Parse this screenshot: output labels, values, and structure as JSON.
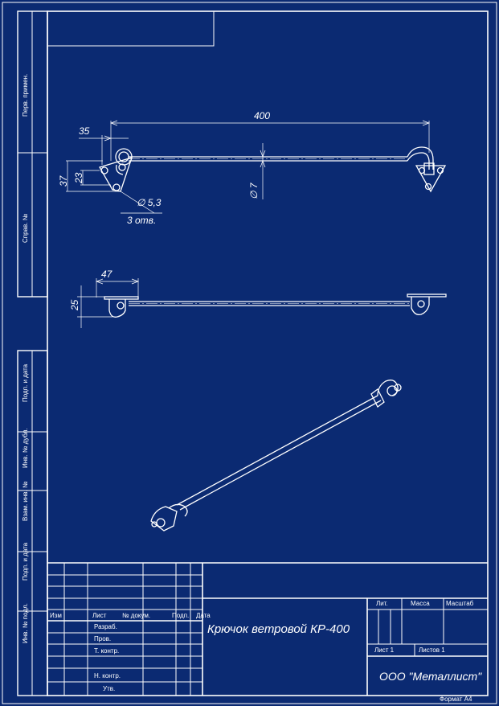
{
  "side_stamp": {
    "perv_primen": "Перв. примен.",
    "sprav_no": "Справ. №",
    "podp_data_1": "Подп. и дата",
    "inv_dubl": "Инв. № дубл.",
    "vzam_inv": "Взам. инв. №",
    "podp_data_2": "Подп. и дата",
    "inv_podl": "Инв. № подл."
  },
  "dimensions": {
    "length": "400",
    "offset": "35",
    "height_37": "37",
    "height_23": "23",
    "rod_diameter": "∅ 7",
    "hole_diameter": "∅ 5,3",
    "holes_count": "3 отв.",
    "side_47": "47",
    "side_25": "25"
  },
  "title_block": {
    "col_izm": "Изм",
    "col_list": "Лист",
    "col_dokum": "№ докум.",
    "col_podp": "Подп.",
    "col_data": "Дата",
    "razrab": "Разраб.",
    "prov": "Пров.",
    "t_kontr": "Т. контр.",
    "n_kontr": "Н. контр.",
    "utv": "Утв.",
    "lit": "Лит.",
    "massa": "Масса",
    "masshtab": "Масштаб",
    "list1": "Лист 1",
    "listov": "Листов 1",
    "designation": "Крючок ветровой КР-400",
    "organization": "ООО \"Металлист\"",
    "format": "Формат А4"
  },
  "colors": {
    "background": "#0b2a72",
    "line": "#ffffff"
  }
}
